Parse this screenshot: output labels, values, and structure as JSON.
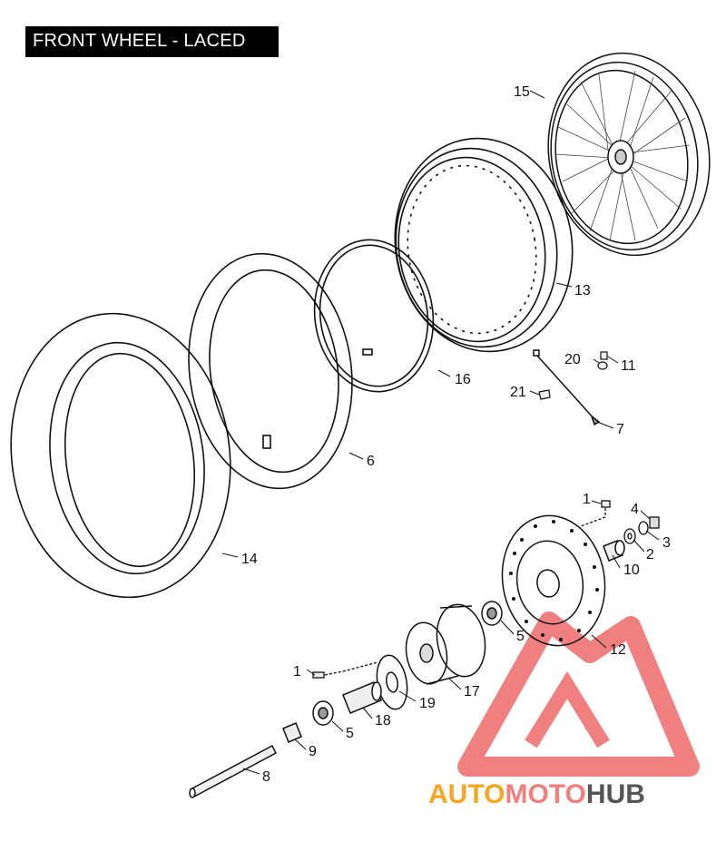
{
  "title": "FRONT WHEEL - LACED",
  "callouts": [
    {
      "id": "c15",
      "text": "15"
    },
    {
      "id": "c13",
      "text": "13"
    },
    {
      "id": "c16",
      "text": "16"
    },
    {
      "id": "c20",
      "text": "20"
    },
    {
      "id": "c11",
      "text": "11"
    },
    {
      "id": "c21",
      "text": "21"
    },
    {
      "id": "c7",
      "text": "7"
    },
    {
      "id": "c6",
      "text": "6"
    },
    {
      "id": "c14",
      "text": "14"
    },
    {
      "id": "c1a",
      "text": "1"
    },
    {
      "id": "c4",
      "text": "4"
    },
    {
      "id": "c3",
      "text": "3"
    },
    {
      "id": "c2",
      "text": "2"
    },
    {
      "id": "c10",
      "text": "10"
    },
    {
      "id": "c5a",
      "text": "5"
    },
    {
      "id": "c12",
      "text": "12"
    },
    {
      "id": "c1b",
      "text": "1"
    },
    {
      "id": "c17",
      "text": "17"
    },
    {
      "id": "c19",
      "text": "19"
    },
    {
      "id": "c18",
      "text": "18"
    },
    {
      "id": "c5b",
      "text": "5"
    },
    {
      "id": "c9",
      "text": "9"
    },
    {
      "id": "c8",
      "text": "8"
    }
  ],
  "watermark": {
    "part1": "AUTO",
    "part2": "MOTO",
    "part3": "HUB",
    "color1": "#f5a623",
    "color2": "#f07f7f",
    "color3": "#555555",
    "logo_color": "#ee6a6a"
  },
  "colors": {
    "line": "#111111",
    "fill_gray": "#d8d8d8"
  }
}
